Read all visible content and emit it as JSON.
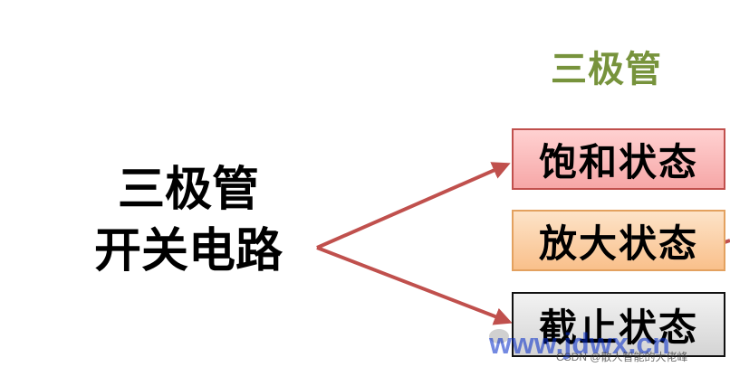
{
  "header": {
    "label": "三极管"
  },
  "main": {
    "title_line1": "三极管",
    "title_line2": "开关电路"
  },
  "states": [
    {
      "label": "饱和状态",
      "color": "#f6a7a7"
    },
    {
      "label": "放大状态",
      "color": "#f9c08b"
    },
    {
      "label": "截止状态",
      "color": "#d4d4d4"
    }
  ],
  "arrow_color": "#c0504d",
  "header_color": "#77933c",
  "watermark": {
    "text": "www.jdwx.cn",
    "credit": "CSDN @散人智能的大佬峰"
  }
}
